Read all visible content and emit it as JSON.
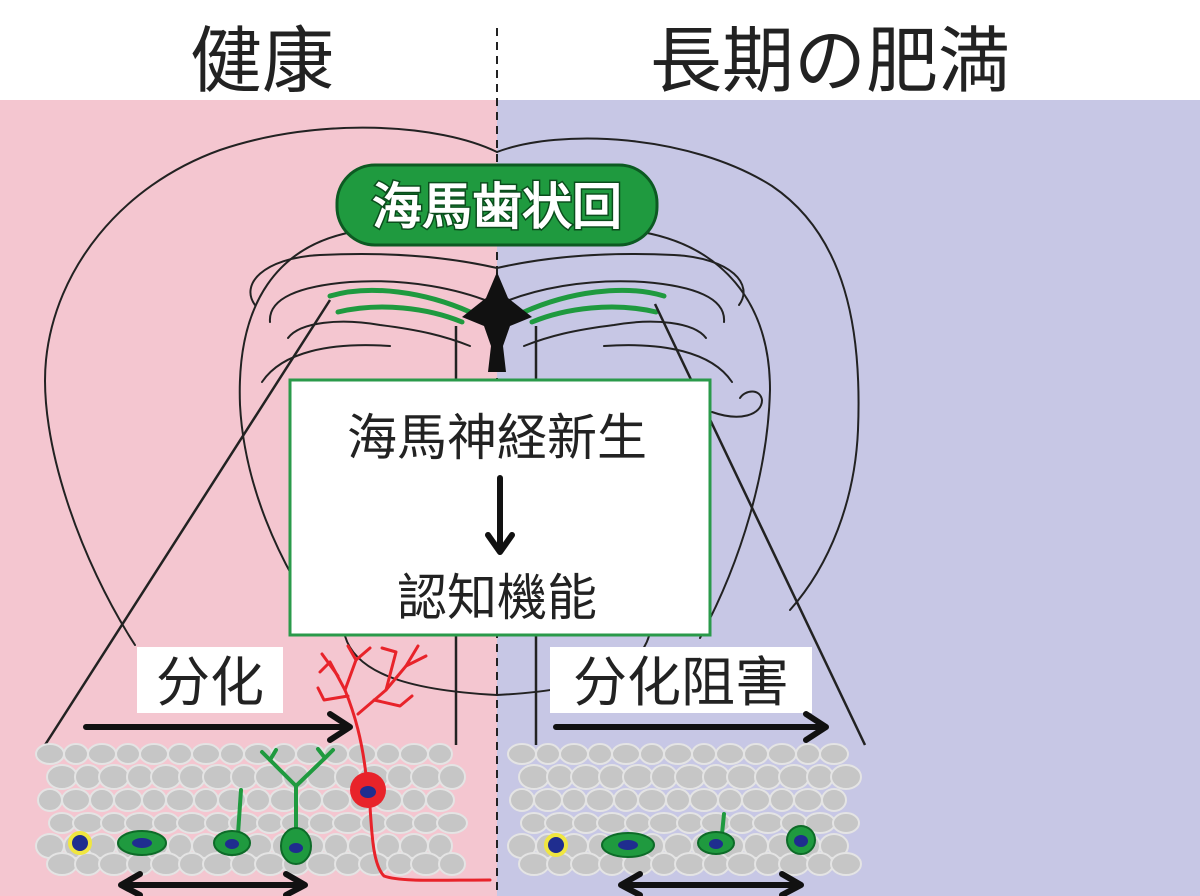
{
  "titles": {
    "healthy": "健康",
    "obesity": "長期の肥満"
  },
  "region_label": "海馬歯状回",
  "center_box": {
    "line1": "海馬神経新生",
    "line2": "認知機能"
  },
  "left_arrow_label": "分化",
  "right_arrow_label": "分化阻害",
  "colors": {
    "healthy_bg": "#f4c6d0",
    "obesity_bg": "#c7c7e5",
    "dentate_green": "#1f9a3f",
    "dentate_green_dark": "#0d6b28",
    "box_border": "#2a9a4a",
    "neuron_red": "#e8232a",
    "nucleus_blue": "#1f2d8f",
    "glia_yellow": "#f0e640",
    "cell_grey": "#c6c6c6"
  }
}
